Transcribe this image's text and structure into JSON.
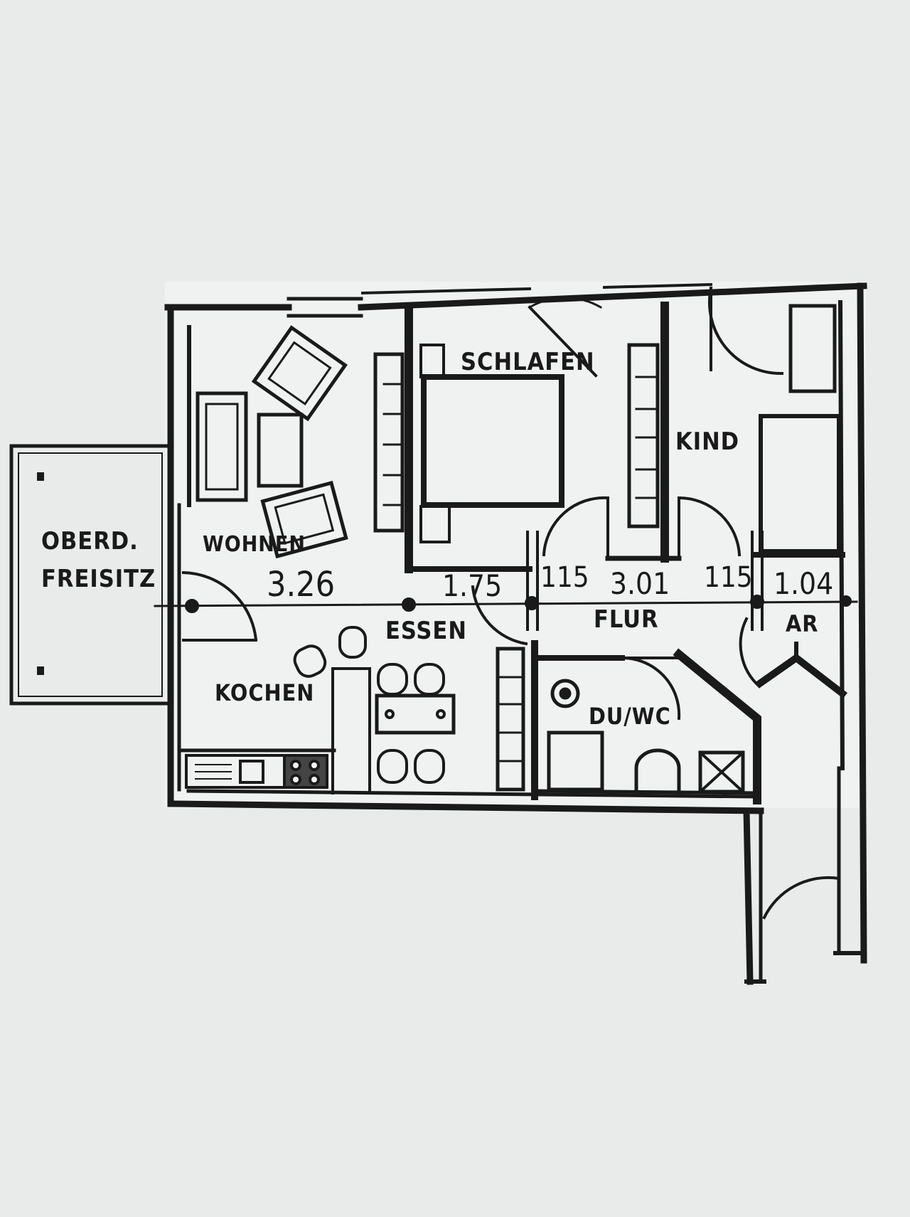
{
  "plan": {
    "colors": {
      "paper": "#e9ebeb",
      "ink": "#1a1a1a"
    },
    "rooms": {
      "terrace_line1": "OBERD.",
      "terrace_line2": "FREISITZ",
      "living": "WOHNEN",
      "bedroom": "SCHLAFEN",
      "child": "KIND",
      "dining": "ESSEN",
      "kitchen": "KOCHEN",
      "hall": "FLUR",
      "storage": "AR",
      "bath": "DU/WC"
    },
    "dimensions": {
      "d1": "3.26",
      "d2": "1.75",
      "d3": "115",
      "d4": "3.01",
      "d5": "115",
      "d6": "1.04"
    }
  }
}
